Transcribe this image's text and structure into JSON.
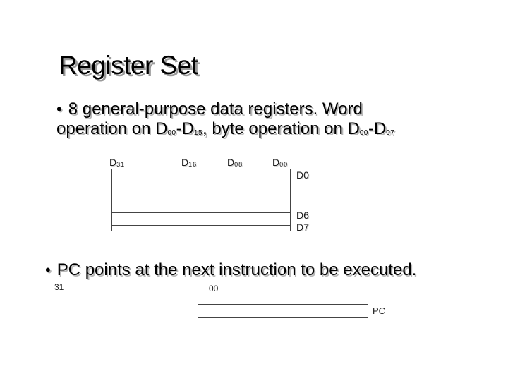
{
  "slide": {
    "title": "Register Set"
  },
  "bullet1": {
    "bullet": "•",
    "line1": "8 general-purpose data registers. Word",
    "line2_segments": [
      {
        "t": "operation on D"
      },
      {
        "t": "00"
      },
      {
        "t": "-D"
      },
      {
        "t": "15"
      },
      {
        "t": ", byte operation on D"
      },
      {
        "t": "00"
      },
      {
        "t": "-D"
      },
      {
        "t": "07"
      }
    ]
  },
  "register_diagram": {
    "top_labels": [
      {
        "main": "D",
        "sub": "31"
      },
      {
        "main": "D",
        "sub": "16"
      },
      {
        "main": "D",
        "sub": "08"
      },
      {
        "main": "D",
        "sub": "00"
      }
    ],
    "right_labels": [
      "D0",
      "D6",
      "D7"
    ]
  },
  "bullet2": {
    "bullet": "•",
    "text": "PC points at the next instruction to be executed."
  },
  "pc_diagram": {
    "bit_high": "31",
    "bit_low": "00",
    "label": "PC"
  },
  "colors": {
    "background": "#ffffff",
    "text": "#000000",
    "shadow": "#9a9a9a",
    "line": "#444444"
  }
}
